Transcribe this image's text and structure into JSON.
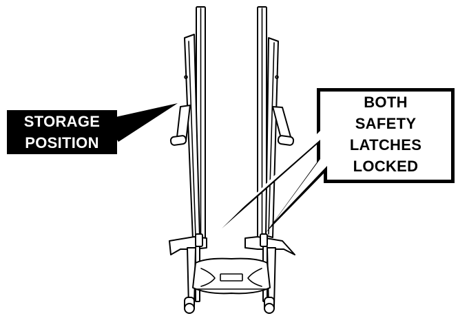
{
  "callouts": {
    "storage_position": {
      "lines": [
        "STORAGE",
        "POSITION"
      ],
      "background": "#000000",
      "text_color": "#ffffff"
    },
    "safety_latches": {
      "lines": [
        "BOTH",
        "SAFETY",
        "LATCHES",
        "LOCKED"
      ],
      "background": "#ffffff",
      "text_color": "#000000"
    }
  },
  "icons": [
    "upright-frame",
    "folded-handlebar",
    "safety-latch",
    "foot-pedal",
    "transport-wheel"
  ]
}
